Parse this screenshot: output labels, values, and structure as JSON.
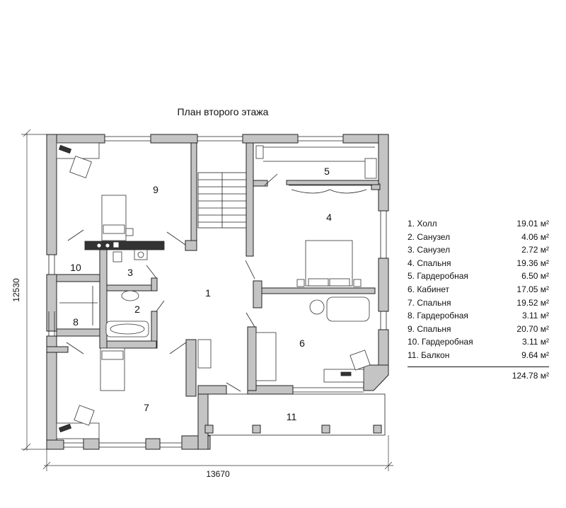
{
  "title": "План второго этажа",
  "dimensions": {
    "width": "13670",
    "height": "12530"
  },
  "room_labels": [
    "1",
    "2",
    "3",
    "4",
    "5",
    "6",
    "7",
    "8",
    "9",
    "10",
    "11"
  ],
  "legend": {
    "rows": [
      {
        "name": "1. Холл",
        "area": "19.01 м²"
      },
      {
        "name": "2. Санузел",
        "area": "4.06 м²"
      },
      {
        "name": "3. Санузел",
        "area": "2.72 м²"
      },
      {
        "name": "4. Спальня",
        "area": "19.36 м²"
      },
      {
        "name": "5. Гардеробная",
        "area": "6.50 м²"
      },
      {
        "name": "6. Кабинет",
        "area": "17.05 м²"
      },
      {
        "name": "7. Спальня",
        "area": "19.52 м²"
      },
      {
        "name": "8. Гардеробная",
        "area": "3.11 м²"
      },
      {
        "name": "9. Спальня",
        "area": "20.70 м²"
      },
      {
        "name": "10. Гардеробная",
        "area": "3.11 м²"
      },
      {
        "name": "11. Балкон",
        "area": "9.64 м²"
      }
    ],
    "total": "124.78 м²"
  }
}
